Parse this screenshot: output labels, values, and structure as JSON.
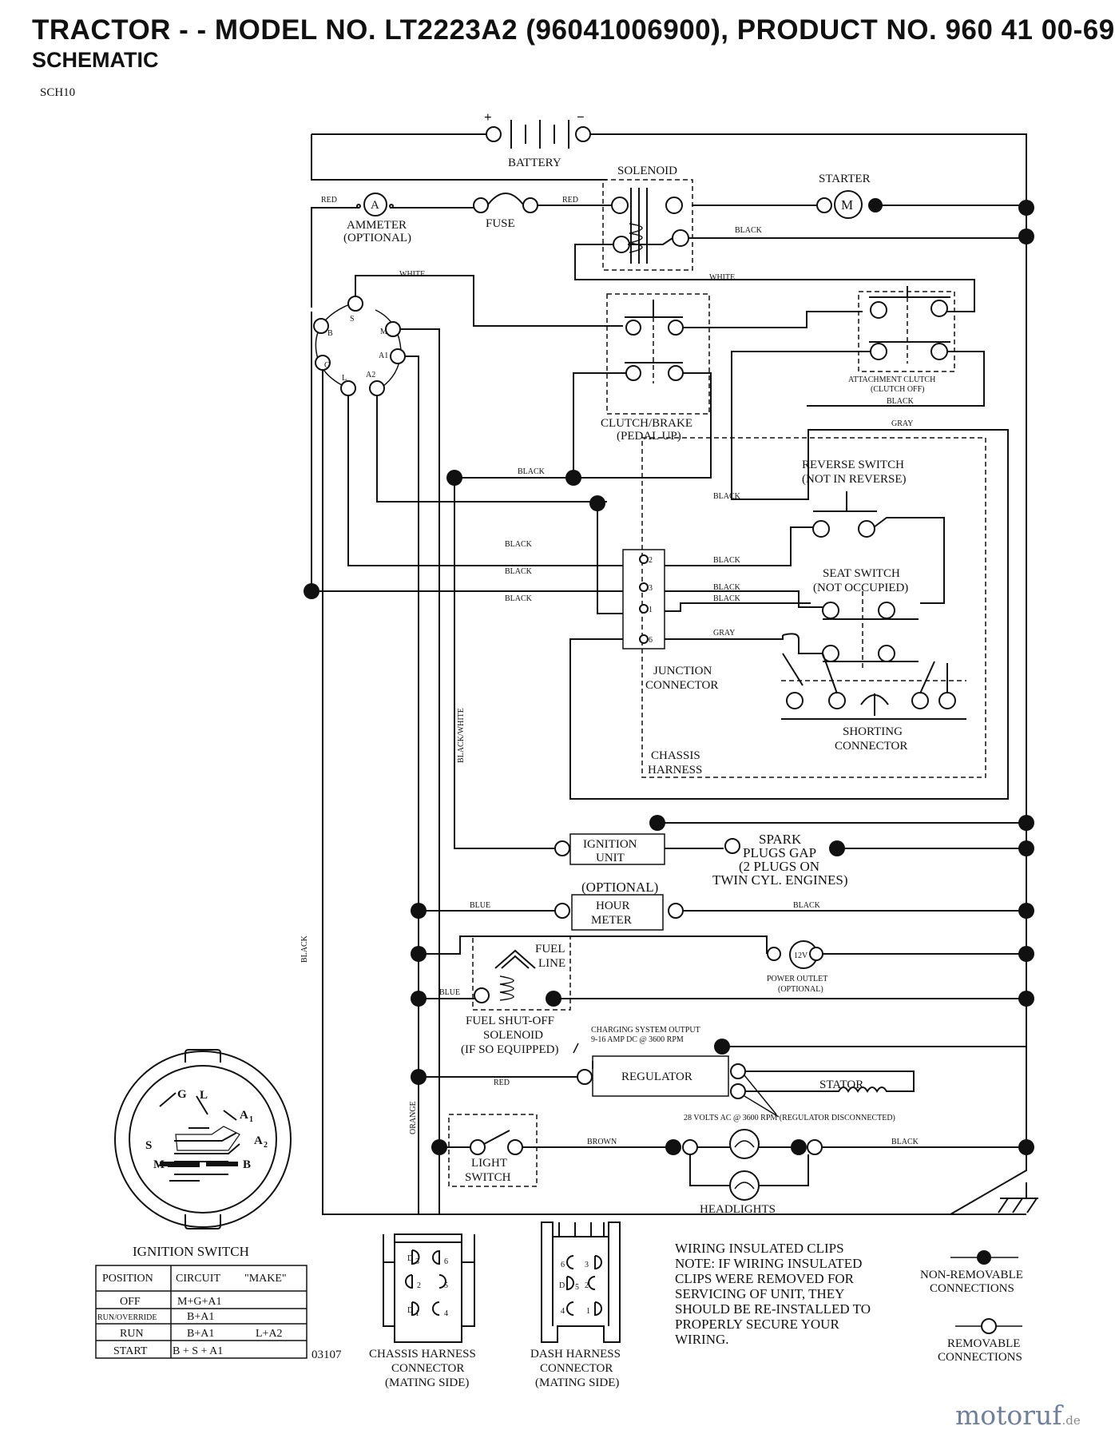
{
  "header": {
    "title": "TRACTOR - - MODEL NO. LT2223A2 (96041006900), PRODUCT NO. 960 41 00-69",
    "subtitle": "SCHEMATIC",
    "code": "SCH10"
  },
  "components": {
    "battery": "BATTERY",
    "battery_plus": "+",
    "battery_minus": "−",
    "solenoid": "SOLENOID",
    "starter": "STARTER",
    "starter_symbol": "M",
    "ammeter": "AMMETER",
    "ammeter_opt": "(OPTIONAL)",
    "ammeter_symbol": "A",
    "fuse": "FUSE",
    "clutch_brake": "CLUTCH/BRAKE",
    "clutch_brake_state": "(PEDAL UP)",
    "attachment_clutch": "ATTACHMENT CLUTCH",
    "attachment_clutch_state": "(CLUTCH OFF)",
    "reverse_switch": "REVERSE SWITCH",
    "reverse_switch_state": "(NOT IN REVERSE)",
    "seat_switch": "SEAT SWITCH",
    "seat_switch_state": "(NOT OCCUPIED)",
    "junction": "JUNCTION",
    "connector": "CONNECTOR",
    "shorting": "SHORTING",
    "shorting_connector": "CONNECTOR",
    "chassis": "CHASSIS",
    "harness": "HARNESS",
    "ignition_unit_1": "IGNITION",
    "ignition_unit_2": "UNIT",
    "spark_1": "SPARK",
    "spark_2": "PLUGS GAP",
    "spark_3": "(2 PLUGS ON",
    "spark_4": "TWIN CYL. ENGINES)",
    "hour_opt": "(OPTIONAL)",
    "hour_1": "HOUR",
    "hour_2": "METER",
    "fuel_1": "FUEL",
    "fuel_2": "LINE",
    "power_symbol": "12V",
    "power_outlet": "POWER OUTLET",
    "power_opt": "(OPTIONAL)",
    "fso_1": "FUEL SHUT-OFF",
    "fso_2": "SOLENOID",
    "fso_3": "(IF SO EQUIPPED)",
    "charging_1": "CHARGING SYSTEM OUTPUT",
    "charging_2": "9-16 AMP DC @ 3600 RPM",
    "regulator": "REGULATOR",
    "stator": "STATOR",
    "stator_volts": "28 VOLTS AC @ 3600 RPM (REGULATOR DISCONNECTED)",
    "light_1": "LIGHT",
    "light_2": "SWITCH",
    "headlights": "HEADLIGHTS"
  },
  "terminals": {
    "b": "B",
    "s": "S",
    "m": "M",
    "a1": "A1",
    "a2": "A2",
    "l": "L",
    "g": "G",
    "j2": "2",
    "j3": "3",
    "j1": "1",
    "j6": "6"
  },
  "wires": {
    "red": "RED",
    "white": "WHITE",
    "black": "BLACK",
    "gray": "GRAY",
    "blue": "BLUE",
    "brown": "BROWN",
    "orange": "ORANGE",
    "black_white": "BLACK/WHITE"
  },
  "ignition_switch": {
    "title": "IGNITION SWITCH",
    "face": {
      "g": "G",
      "l": "L",
      "a1": "A",
      "a1_sub": "1",
      "a2": "A",
      "a2_sub": "2",
      "s": "S",
      "m": "M",
      "b": "B"
    },
    "headers": [
      "POSITION",
      "CIRCUIT",
      "\"MAKE\""
    ],
    "rows": [
      {
        "position": "OFF",
        "circuit": "M+G+A1",
        "make": ""
      },
      {
        "position": "RUN/OVERRIDE",
        "circuit": "B+A1",
        "make": ""
      },
      {
        "position": "RUN",
        "circuit": "B+A1",
        "make": "L+A2"
      },
      {
        "position": "START",
        "circuit": "B + S + A1",
        "make": ""
      }
    ]
  },
  "footer": {
    "ref": "03107",
    "chassis_conn": [
      "CHASSIS HARNESS",
      "CONNECTOR",
      "(MATING SIDE)"
    ],
    "dash_conn": [
      "DASH HARNESS",
      "CONNECTOR",
      "(MATING SIDE)"
    ],
    "chassis_pins": {
      "d3": "D",
      "d3s": "3",
      "c6": "6",
      "c2": "2",
      "c5": "5",
      "d1": "D",
      "d1s": "1",
      "c4": "4"
    },
    "dash_pins": {
      "p6": "6",
      "p3": "3",
      "d5": "D",
      "d5s": "5",
      "p2": "2",
      "p4": "4",
      "p1": "1"
    },
    "note": [
      "WIRING INSULATED CLIPS",
      "NOTE:  IF WIRING INSULATED",
      "CLIPS WERE REMOVED FOR",
      "SERVICING OF UNIT, THEY",
      "SHOULD BE RE-INSTALLED TO",
      "PROPERLY SECURE YOUR",
      " WIRING."
    ],
    "legend_nonremovable": [
      "NON-REMOVABLE",
      "CONNECTIONS"
    ],
    "legend_removable": [
      "REMOVABLE",
      "CONNECTIONS"
    ]
  },
  "watermark": {
    "main": "motoruf",
    "suffix": ".de"
  }
}
